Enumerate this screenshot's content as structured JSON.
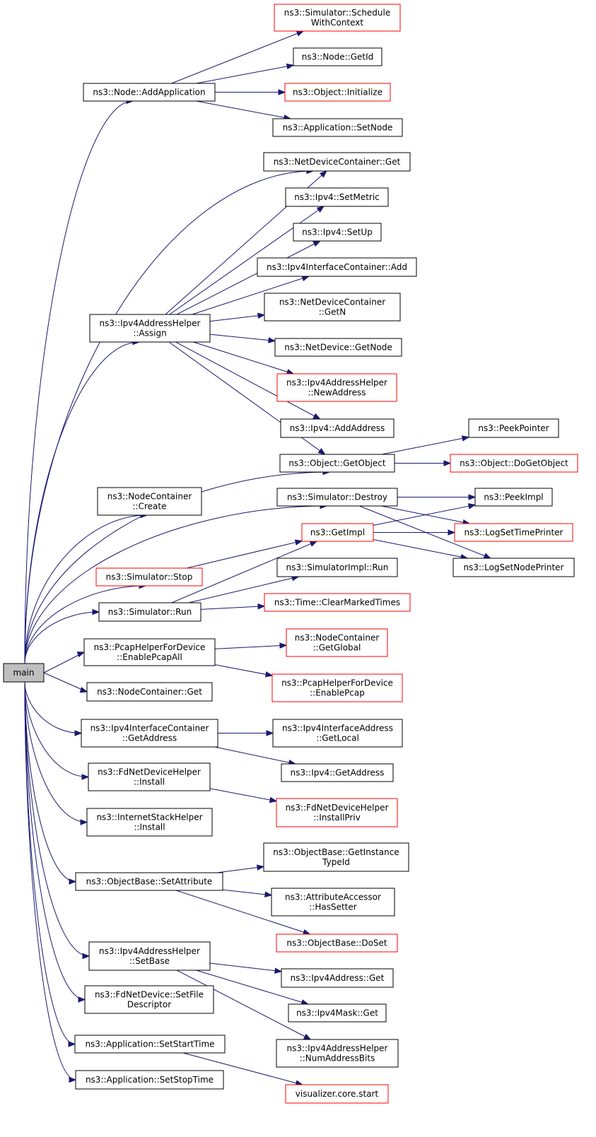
{
  "nodes": [
    {
      "id": "main",
      "lines": [
        "main"
      ],
      "red": false,
      "root": true
    },
    {
      "id": "sched",
      "lines": [
        "ns3::Simulator::Schedule",
        "WithContext"
      ],
      "red": true
    },
    {
      "id": "addapp",
      "lines": [
        "ns3::Node::AddApplication"
      ],
      "red": false
    },
    {
      "id": "getid",
      "lines": [
        "ns3::Node::GetId"
      ],
      "red": false
    },
    {
      "id": "init",
      "lines": [
        "ns3::Object::Initialize"
      ],
      "red": true
    },
    {
      "id": "setnode",
      "lines": [
        "ns3::Application::SetNode"
      ],
      "red": false
    },
    {
      "id": "ndcget",
      "lines": [
        "ns3::NetDeviceContainer::Get"
      ],
      "red": false
    },
    {
      "id": "setmetric",
      "lines": [
        "ns3::Ipv4::SetMetric"
      ],
      "red": false
    },
    {
      "id": "setup",
      "lines": [
        "ns3::Ipv4::SetUp"
      ],
      "red": false
    },
    {
      "id": "icadd",
      "lines": [
        "ns3::Ipv4InterfaceContainer::Add"
      ],
      "red": false
    },
    {
      "id": "assign",
      "lines": [
        "ns3::Ipv4AddressHelper",
        "::Assign"
      ],
      "red": false
    },
    {
      "id": "ndcgetn",
      "lines": [
        "ns3::NetDeviceContainer",
        "::GetN"
      ],
      "red": false
    },
    {
      "id": "getnode",
      "lines": [
        "ns3::NetDevice::GetNode"
      ],
      "red": false
    },
    {
      "id": "newaddr",
      "lines": [
        "ns3::Ipv4AddressHelper",
        "::NewAddress"
      ],
      "red": true
    },
    {
      "id": "addaddr",
      "lines": [
        "ns3::Ipv4::AddAddress"
      ],
      "red": false
    },
    {
      "id": "peekptr",
      "lines": [
        "ns3::PeekPointer"
      ],
      "red": false
    },
    {
      "id": "getobj",
      "lines": [
        "ns3::Object::GetObject"
      ],
      "red": false
    },
    {
      "id": "dogetobj",
      "lines": [
        "ns3::Object::DoGetObject"
      ],
      "red": true
    },
    {
      "id": "nccreate",
      "lines": [
        "ns3::NodeContainer",
        "::Create"
      ],
      "red": false
    },
    {
      "id": "destroy",
      "lines": [
        "ns3::Simulator::Destroy"
      ],
      "red": false
    },
    {
      "id": "peekimpl",
      "lines": [
        "ns3::PeekImpl"
      ],
      "red": false
    },
    {
      "id": "getimpl",
      "lines": [
        "ns3::GetImpl"
      ],
      "red": true
    },
    {
      "id": "logtime",
      "lines": [
        "ns3::LogSetTimePrinter"
      ],
      "red": true
    },
    {
      "id": "stop",
      "lines": [
        "ns3::Simulator::Stop"
      ],
      "red": true
    },
    {
      "id": "lognode",
      "lines": [
        "ns3::LogSetNodePrinter"
      ],
      "red": false
    },
    {
      "id": "implrun",
      "lines": [
        "ns3::SimulatorImpl::Run"
      ],
      "red": false
    },
    {
      "id": "simrun",
      "lines": [
        "ns3::Simulator::Run"
      ],
      "red": false
    },
    {
      "id": "clearmarked",
      "lines": [
        "ns3::Time::ClearMarkedTimes"
      ],
      "red": true
    },
    {
      "id": "enablepcapall",
      "lines": [
        "ns3::PcapHelperForDevice",
        "::EnablePcapAll"
      ],
      "red": false
    },
    {
      "id": "ncglobal",
      "lines": [
        "ns3::NodeContainer",
        "::GetGlobal"
      ],
      "red": true
    },
    {
      "id": "ncget",
      "lines": [
        "ns3::NodeContainer::Get"
      ],
      "red": false
    },
    {
      "id": "enablepcap",
      "lines": [
        "ns3::PcapHelperForDevice",
        "::EnablePcap"
      ],
      "red": true
    },
    {
      "id": "icgetaddr",
      "lines": [
        "ns3::Ipv4InterfaceContainer",
        "::GetAddress"
      ],
      "red": false
    },
    {
      "id": "iaglocal",
      "lines": [
        "ns3::Ipv4InterfaceAddress",
        "::GetLocal"
      ],
      "red": false
    },
    {
      "id": "ipv4getaddr",
      "lines": [
        "ns3::Ipv4::GetAddress"
      ],
      "red": false
    },
    {
      "id": "fdinstall",
      "lines": [
        "ns3::FdNetDeviceHelper",
        "::Install"
      ],
      "red": false
    },
    {
      "id": "installpriv",
      "lines": [
        "ns3::FdNetDeviceHelper",
        "::InstallPriv"
      ],
      "red": true
    },
    {
      "id": "ishinstall",
      "lines": [
        "ns3::InternetStackHelper",
        "::Install"
      ],
      "red": false
    },
    {
      "id": "getinsttype",
      "lines": [
        "ns3::ObjectBase::GetInstance",
        "TypeId"
      ],
      "red": false
    },
    {
      "id": "setattr",
      "lines": [
        "ns3::ObjectBase::SetAttribute"
      ],
      "red": false
    },
    {
      "id": "hassetter",
      "lines": [
        "ns3::AttributeAccessor",
        "::HasSetter"
      ],
      "red": false
    },
    {
      "id": "doset",
      "lines": [
        "ns3::ObjectBase::DoSet"
      ],
      "red": true
    },
    {
      "id": "setbase",
      "lines": [
        "ns3::Ipv4AddressHelper",
        "::SetBase"
      ],
      "red": false
    },
    {
      "id": "addrget",
      "lines": [
        "ns3::Ipv4Address::Get"
      ],
      "red": false
    },
    {
      "id": "setfd",
      "lines": [
        "ns3::FdNetDevice::SetFile",
        "Descriptor"
      ],
      "red": false
    },
    {
      "id": "maskget",
      "lines": [
        "ns3::Ipv4Mask::Get"
      ],
      "red": false
    },
    {
      "id": "numaddrbits",
      "lines": [
        "ns3::Ipv4AddressHelper",
        "::NumAddressBits"
      ],
      "red": false
    },
    {
      "id": "setstart",
      "lines": [
        "ns3::Application::SetStartTime"
      ],
      "red": false
    },
    {
      "id": "setstop",
      "lines": [
        "ns3::Application::SetStopTime"
      ],
      "red": false
    },
    {
      "id": "vizstart",
      "lines": [
        "visualizer.core.start"
      ],
      "red": true
    }
  ],
  "edges": [
    [
      "addapp",
      "sched"
    ],
    [
      "addapp",
      "getid"
    ],
    [
      "addapp",
      "init"
    ],
    [
      "addapp",
      "setnode"
    ],
    [
      "assign",
      "ndcget"
    ],
    [
      "assign",
      "setmetric"
    ],
    [
      "assign",
      "setup"
    ],
    [
      "assign",
      "icadd"
    ],
    [
      "assign",
      "ndcgetn"
    ],
    [
      "assign",
      "getnode"
    ],
    [
      "assign",
      "newaddr"
    ],
    [
      "assign",
      "addaddr"
    ],
    [
      "assign",
      "getobj"
    ],
    [
      "getobj",
      "peekptr"
    ],
    [
      "getobj",
      "dogetobj"
    ],
    [
      "destroy",
      "peekimpl"
    ],
    [
      "destroy",
      "logtime"
    ],
    [
      "destroy",
      "lognode"
    ],
    [
      "getimpl",
      "peekimpl"
    ],
    [
      "getimpl",
      "logtime"
    ],
    [
      "getimpl",
      "lognode"
    ],
    [
      "stop",
      "getimpl"
    ],
    [
      "simrun",
      "getimpl"
    ],
    [
      "simrun",
      "implrun"
    ],
    [
      "simrun",
      "clearmarked"
    ],
    [
      "enablepcapall",
      "ncglobal"
    ],
    [
      "enablepcapall",
      "enablepcap"
    ],
    [
      "icgetaddr",
      "iaglocal"
    ],
    [
      "icgetaddr",
      "ipv4getaddr"
    ],
    [
      "fdinstall",
      "installpriv"
    ],
    [
      "setattr",
      "getinsttype"
    ],
    [
      "setattr",
      "hassetter"
    ],
    [
      "setattr",
      "doset"
    ],
    [
      "setbase",
      "addrget"
    ],
    [
      "setbase",
      "maskget"
    ],
    [
      "setbase",
      "numaddrbits"
    ],
    [
      "setstart",
      "vizstart"
    ],
    [
      "main",
      "addapp"
    ],
    [
      "main",
      "ndcget"
    ],
    [
      "main",
      "assign"
    ],
    [
      "main",
      "getobj"
    ],
    [
      "main",
      "nccreate"
    ],
    [
      "main",
      "destroy"
    ],
    [
      "main",
      "stop"
    ],
    [
      "main",
      "simrun"
    ],
    [
      "main",
      "enablepcapall"
    ],
    [
      "main",
      "ncget"
    ],
    [
      "main",
      "icgetaddr"
    ],
    [
      "main",
      "fdinstall"
    ],
    [
      "main",
      "ishinstall"
    ],
    [
      "main",
      "setattr"
    ],
    [
      "main",
      "setbase"
    ],
    [
      "main",
      "setfd"
    ],
    [
      "main",
      "setstart"
    ],
    [
      "main",
      "setstop"
    ]
  ]
}
